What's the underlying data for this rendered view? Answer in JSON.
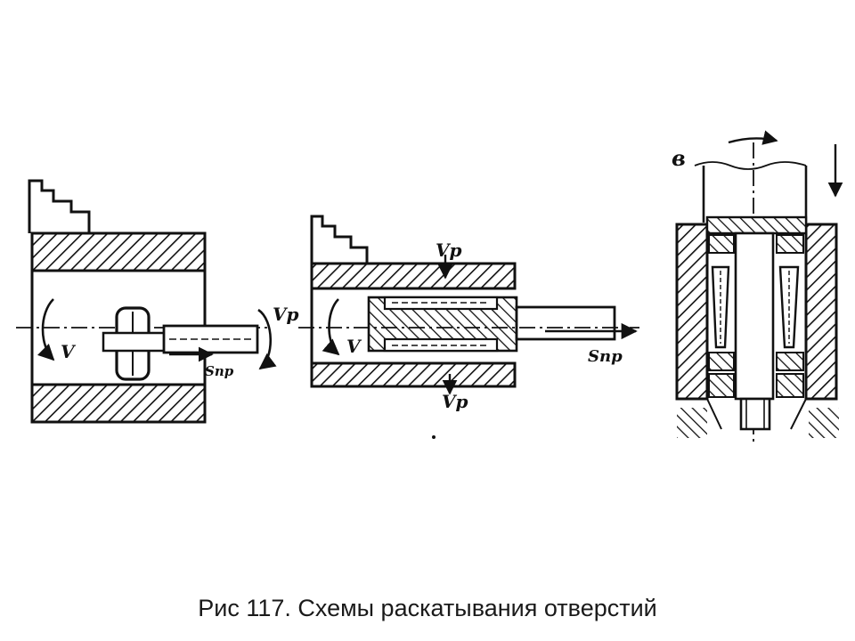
{
  "caption": "Рис 117. Схемы раскатывания отверстий",
  "diagram_a": {
    "label_v": "V",
    "label_vp": "Vр",
    "label_snp": "Sпр"
  },
  "diagram_b": {
    "label_v": "V",
    "label_vp_top": "Vр",
    "label_vp_bottom": "Vр",
    "label_snp": "Sпр"
  },
  "diagram_c": {
    "label_letter": "в"
  },
  "colors": {
    "ink": "#111111",
    "background": "#ffffff"
  }
}
